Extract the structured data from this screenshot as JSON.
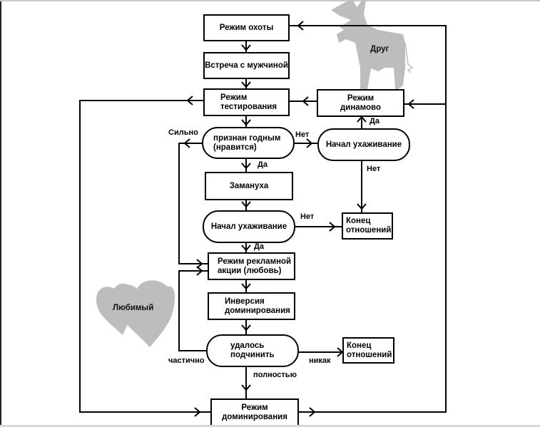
{
  "diagram": {
    "nodes": {
      "hunt_mode": "Режим охоты",
      "meet_man": "Встреча с мужчиной",
      "test_mode": "Режим тестирования",
      "deemed_fit": "признан годным (нравится)",
      "lure": "Замануха",
      "courtship_started_main": "Начал ухаживание",
      "ad_campaign_mode": "Режим рекламной акции (любовь)",
      "dominance_inversion": "Инверсия доминирования",
      "managed_to_subdue": "удалось подчинить",
      "dominance_mode": "Режим доминирования",
      "dynamo_mode": "Режим динамово",
      "courtship_started_side": "Начал ухаживание",
      "relationship_end_1": "Конец отношений",
      "relationship_end_2": "Конец отношений"
    },
    "node_lines": {
      "test_mode": [
        "Режим",
        "тестирования"
      ],
      "deemed_fit": [
        "признан годным",
        "(нравится)"
      ],
      "ad_campaign_mode": [
        "Режим рекламной",
        "акции (любовь)"
      ],
      "dominance_inversion": [
        "Инверсия",
        "доминирования"
      ],
      "managed_to_subdue": [
        "удалось",
        "подчинить"
      ],
      "dominance_mode": [
        "Режим",
        "доминирования"
      ],
      "dynamo_mode": [
        "Режим",
        "динамово"
      ],
      "relationship_end_1": [
        "Конец",
        "отношений"
      ],
      "relationship_end_2": [
        "Конец",
        "отношений"
      ]
    },
    "edge_labels": {
      "strongly": "Сильно",
      "no_fit": "Нет",
      "yes_fit": "Да",
      "yes_dynamo": "Да",
      "no_side": "Нет",
      "no_main": "Нет",
      "yes_main": "Да",
      "partially": "частично",
      "not_at_all": "никак",
      "fully": "полностью"
    },
    "decorations": {
      "donkey_label": "Друг",
      "hearts_label": "Любимый"
    },
    "colors": {
      "line": "#000000",
      "decoration": "#bdbdbd",
      "background": "#ffffff"
    }
  }
}
